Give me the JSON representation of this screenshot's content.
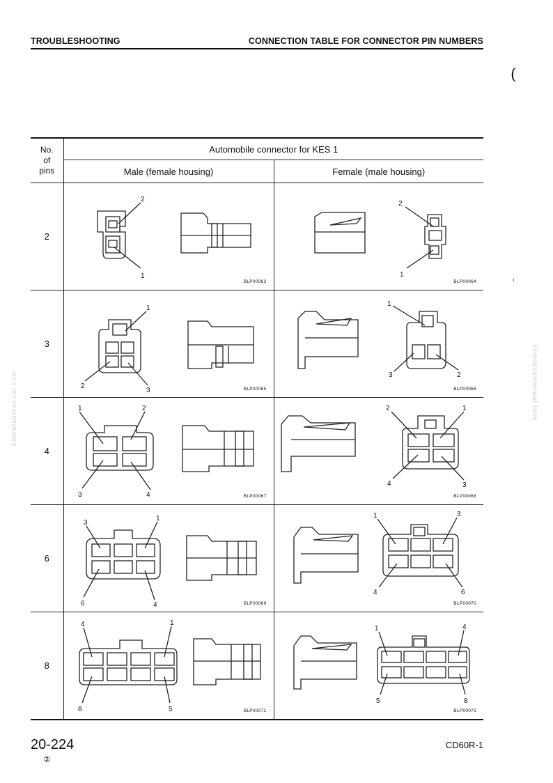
{
  "header": {
    "left": "TROUBLESHOOTING",
    "right": "CONNECTION TABLE FOR CONNECTOR PIN NUMBERS"
  },
  "watermark": "komatsumanual.com",
  "table": {
    "pins_header": [
      "No.",
      "of",
      "pins"
    ],
    "group_header": "Automobile connector for KES 1",
    "male_header": "Male (female housing)",
    "female_header": "Female (male housing)",
    "rows": [
      {
        "pins": "2",
        "male": {
          "code": "BLP00063",
          "labels": [
            "2",
            "1"
          ]
        },
        "female": {
          "code": "BLP00064",
          "labels": [
            "2",
            "1"
          ]
        }
      },
      {
        "pins": "3",
        "male": {
          "code": "BLP00065",
          "labels": [
            "1",
            "2",
            "3"
          ]
        },
        "female": {
          "code": "BLP00066",
          "labels": [
            "1",
            "3",
            "2"
          ]
        }
      },
      {
        "pins": "4",
        "male": {
          "code": "BLP00067",
          "labels": [
            "1",
            "2",
            "3",
            "4"
          ]
        },
        "female": {
          "code": "BLP00068",
          "labels": [
            "2",
            "1",
            "4",
            "3"
          ]
        }
      },
      {
        "pins": "6",
        "male": {
          "code": "BLP00069",
          "labels": [
            "3",
            "1",
            "6",
            "4"
          ]
        },
        "female": {
          "code": "BLP00070",
          "labels": [
            "1",
            "3",
            "4",
            "6"
          ]
        }
      },
      {
        "pins": "8",
        "male": {
          "code": "BLP00071",
          "labels": [
            "4",
            "1",
            "8",
            "5"
          ]
        },
        "female": {
          "code": "BLP00072",
          "labels": [
            "1",
            "4",
            "5",
            "8"
          ]
        }
      }
    ]
  },
  "footer": {
    "page": "20-224",
    "revision": "②",
    "model": "CD60R-1"
  }
}
